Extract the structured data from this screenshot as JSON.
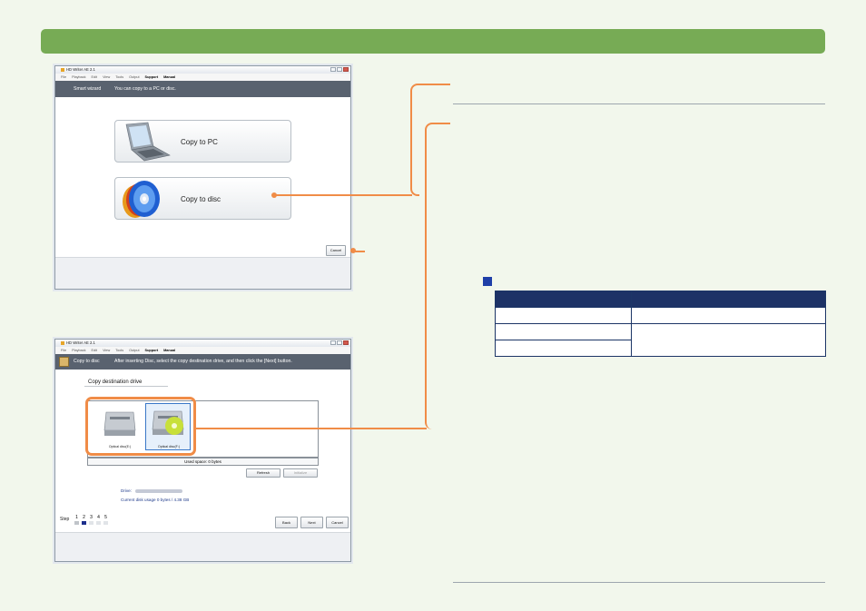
{
  "window1": {
    "title": "HD Writer AE 2.1",
    "menu": [
      "File",
      "Playback",
      "Edit",
      "View",
      "Tools",
      "Output",
      "Support",
      "Manual"
    ],
    "header_left": "Smart wizard",
    "header_text": "You can copy to a PC or disc.",
    "copy_to_pc": "Copy to PC",
    "copy_to_disc": "Copy to disc",
    "cancel": "Cancel"
  },
  "window2": {
    "title": "HD Writer AE 2.1",
    "menu": [
      "File",
      "Playback",
      "Edit",
      "View",
      "Tools",
      "Output",
      "Support",
      "Manual"
    ],
    "header_title": "Copy to disc",
    "header_text": "After inserting Disc, select the copy destination drive, and then click the [Next] button.",
    "section_title": "Copy destination drive",
    "drives": [
      "Optical disc(E:)",
      "Optical disc(F:)"
    ],
    "used_space": "Used space: 0 bytes",
    "refresh": "Refresh",
    "initialize": "Initialize",
    "drive_label": "Drive:",
    "disk_usage": "Current disk usage 0 bytes / 4.38 GB",
    "step_label": "Step",
    "steps": [
      "1",
      "2",
      "3",
      "4",
      "5"
    ],
    "current_step": 2,
    "back": "Back",
    "next": "Next",
    "cancel": "Cancel"
  },
  "colors": {
    "banner": "#77ab55",
    "callout": "#f08c47",
    "table_header": "#1d3266",
    "section_marker": "#1f3fa8"
  }
}
